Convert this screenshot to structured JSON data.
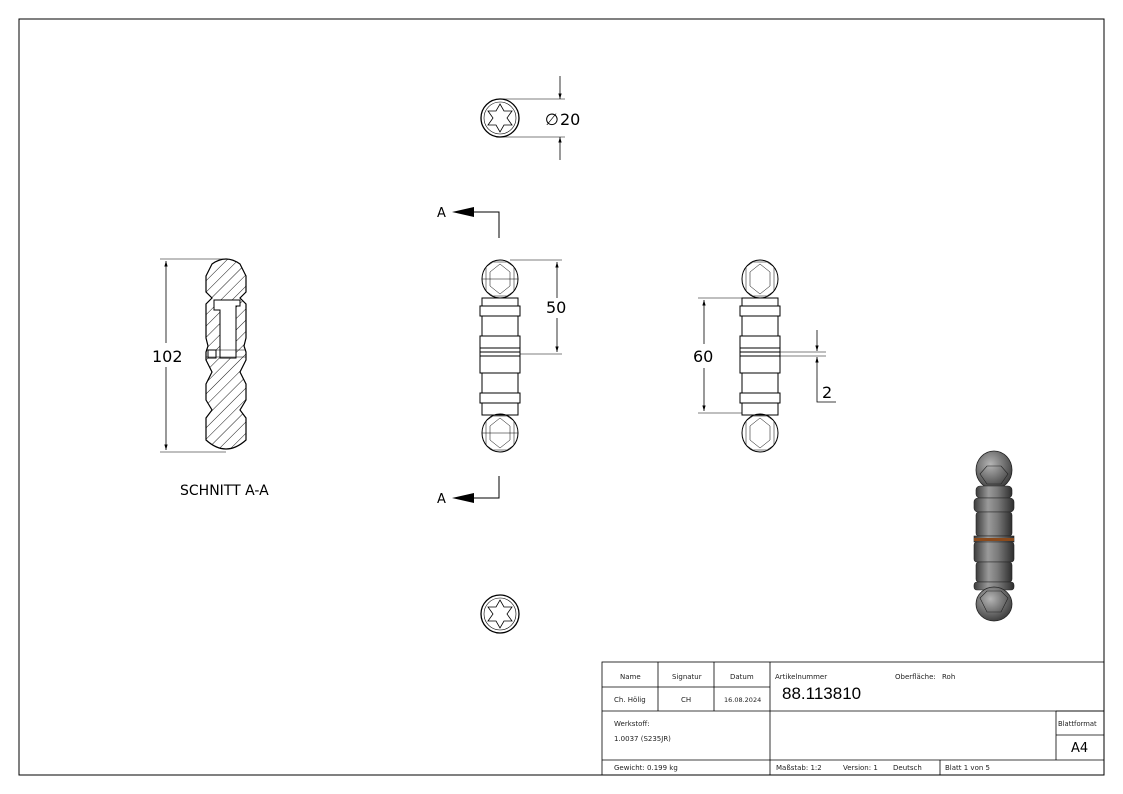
{
  "views": {
    "section_caption": "SCHNITT A-A",
    "section_marker_top": "A",
    "section_marker_bottom": "A"
  },
  "dimensions": {
    "diameter": "20",
    "overall_length": "102",
    "body_length_front": "50",
    "body_length_side": "60",
    "groove_width": "2"
  },
  "title_block": {
    "header_name": "Name",
    "header_signatur": "Signatur",
    "header_datum": "Datum",
    "name": "Ch. Hölig",
    "signatur": "CH",
    "datum": "16.08.2024",
    "artikelnummer_label": "Artikelnummer",
    "oberflaeche_label": "Oberfläche:",
    "oberflaeche_value": "Roh",
    "artikelnummer": "88.113810",
    "werkstoff_label": "Werkstoff:",
    "werkstoff_value": "1.0037 (S235JR)",
    "blattformat_label": "Blattformat",
    "blattformat_value": "A4",
    "gewicht": "Gewicht: 0.199 kg",
    "massstab": "Maßstab: 1:2",
    "version": "Version: 1",
    "sprache": "Deutsch",
    "blatt": "Blatt 1 von 5"
  },
  "colors": {
    "line": "#000000",
    "render_metal": "#6e6e6e",
    "render_band": "#8a4a1c"
  }
}
